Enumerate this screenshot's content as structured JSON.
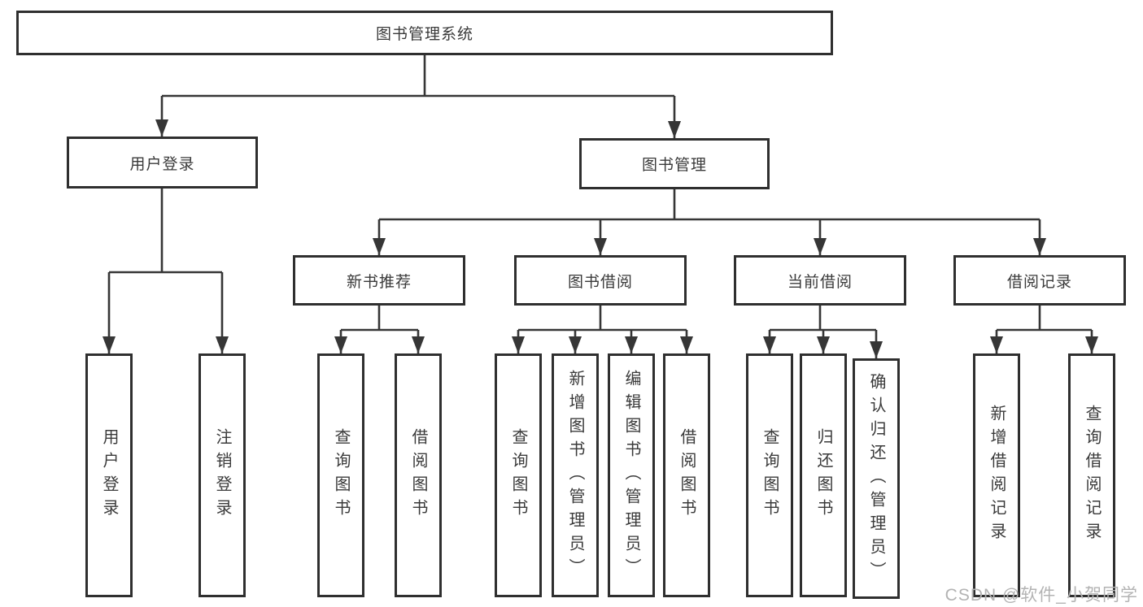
{
  "tree": {
    "label": "图书管理系统",
    "children": [
      {
        "label": "用户登录",
        "children": [
          {
            "label": "用户登录"
          },
          {
            "label": "注销登录"
          }
        ]
      },
      {
        "label": "图书管理",
        "children": [
          {
            "label": "新书推荐",
            "children": [
              {
                "label": "查询图书"
              },
              {
                "label": "借阅图书"
              }
            ]
          },
          {
            "label": "图书借阅",
            "children": [
              {
                "label": "查询图书"
              },
              {
                "label": "新增图书（管理员）"
              },
              {
                "label": "编辑图书（管理员）"
              },
              {
                "label": "借阅图书"
              }
            ]
          },
          {
            "label": "当前借阅",
            "children": [
              {
                "label": "查询图书"
              },
              {
                "label": "归还图书"
              },
              {
                "label": "确认归还（管理员）"
              }
            ]
          },
          {
            "label": "借阅记录",
            "children": [
              {
                "label": "新增借阅记录"
              },
              {
                "label": "查询借阅记录"
              }
            ]
          }
        ]
      }
    ]
  },
  "watermark": "CSDN @软件_小贺同学",
  "colors": {
    "line": "#363636",
    "box_border": "#2f2f2f",
    "text": "#3a3a3a",
    "watermark": "#b3b3b3",
    "background": "#ffffff"
  }
}
